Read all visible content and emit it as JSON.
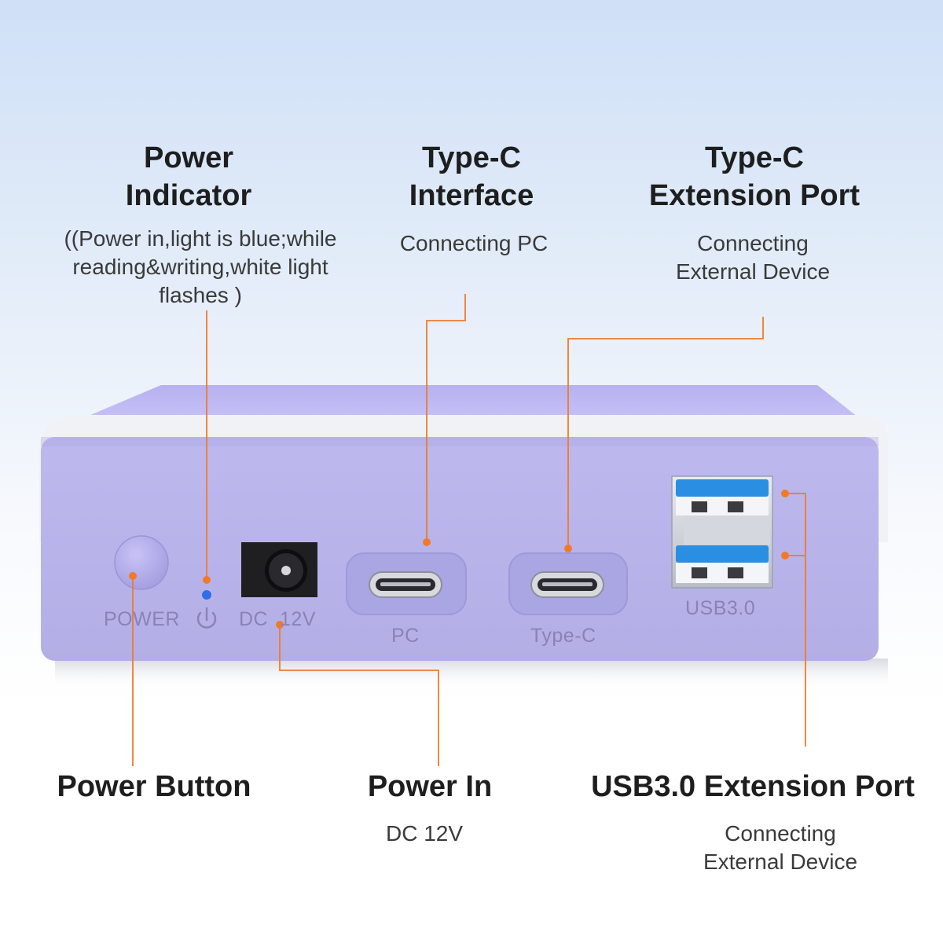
{
  "callouts": {
    "power_indicator": {
      "title_lines": [
        "Power",
        "Indicator"
      ],
      "desc_lines": [
        "((Power in,light is blue;while",
        "reading&writing,white light",
        "flashes )"
      ]
    },
    "type_c_interface": {
      "title_lines": [
        "Type-C",
        "Interface"
      ],
      "desc_lines": [
        "Connecting PC"
      ]
    },
    "type_c_extension": {
      "title_lines": [
        "Type-C",
        "Extension Port"
      ],
      "desc_lines": [
        "Connecting",
        "External Device"
      ]
    },
    "power_button": {
      "title_lines": [
        "Power Button"
      ]
    },
    "power_in": {
      "title_lines": [
        "Power In"
      ],
      "desc_lines": [
        "DC 12V"
      ]
    },
    "usb_extension": {
      "title_lines": [
        "USB3.0 Extension Port"
      ],
      "desc_lines": [
        "Connecting",
        "External Device"
      ]
    }
  },
  "device_labels": {
    "power": "POWER",
    "dc": "DC  12V",
    "pc": "PC",
    "type_c": "Type-C",
    "usb": "USB3.0"
  },
  "colors": {
    "device_body": "#b8b4ec",
    "device_top": "#c3bff5",
    "device_rim": "#f0f1f4",
    "leader_line": "#f07a2a",
    "indicator_led": "#2f6ee6",
    "usb_blue": "#2a8ee3"
  },
  "icons": {
    "power_symbol": "power-icon"
  }
}
